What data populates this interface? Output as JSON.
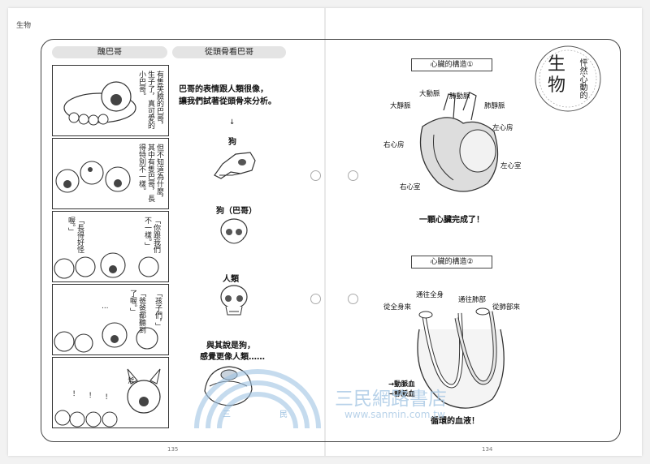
{
  "corner_label": "生物",
  "left_page": {
    "pill_left": "醜巴哥",
    "pill_right": "從頭骨看巴哥",
    "comic_texts": [
      "有隻笑臉的巴哥，生子了，真可愛的小巴哥。",
      "但不知道為什麼，其中有隻巴哥，長得特別不一樣。",
      "「你跟我們不一樣。」",
      "「長得好怪喔。」",
      "「孩子們，」",
      "「爸爸都聽到了喔。」"
    ],
    "comic_sfx": [
      "…",
      "！",
      "！",
      "！",
      "斧"
    ],
    "intro_line1": "巴哥的表情跟人類很像，",
    "intro_line2": "讓我們試著從頭骨來分析。",
    "arrow": "↓",
    "skull_dog": "狗",
    "skull_pug": "狗（巴哥）",
    "skull_human": "人類",
    "conclusion_line1": "與其說是狗，",
    "conclusion_line2": "感覺更像人類……",
    "page_number": "135"
  },
  "right_page": {
    "title_chars": [
      "生",
      "物"
    ],
    "title_vertical": "怦然心動的",
    "heart1_title": "心臟的構造①",
    "heart1_labels": {
      "aorta": "大動脈",
      "pulm_artery": "肺動脈",
      "vena_cava": "大靜脈",
      "pulm_vein": "肺靜脈",
      "left_atrium": "左心房",
      "right_atrium": "右心房",
      "left_ventricle": "左心室",
      "right_ventricle": "右心室"
    },
    "heart1_caption": "一顆心臟完成了！",
    "heart2_title": "心臟的構造②",
    "heart2_labels": {
      "to_body": "通往全身",
      "to_lungs": "通往肺部",
      "from_body": "從全身來",
      "from_lungs": "從肺部來"
    },
    "legend_artery": "→動脈血",
    "legend_vein": "→靜脈血",
    "heart2_caption": "循環的血液！",
    "page_number": "134"
  },
  "watermark": {
    "chars": [
      "三",
      "民"
    ],
    "name": "三民網路書店",
    "url": "www.sanmin.com.tw"
  }
}
